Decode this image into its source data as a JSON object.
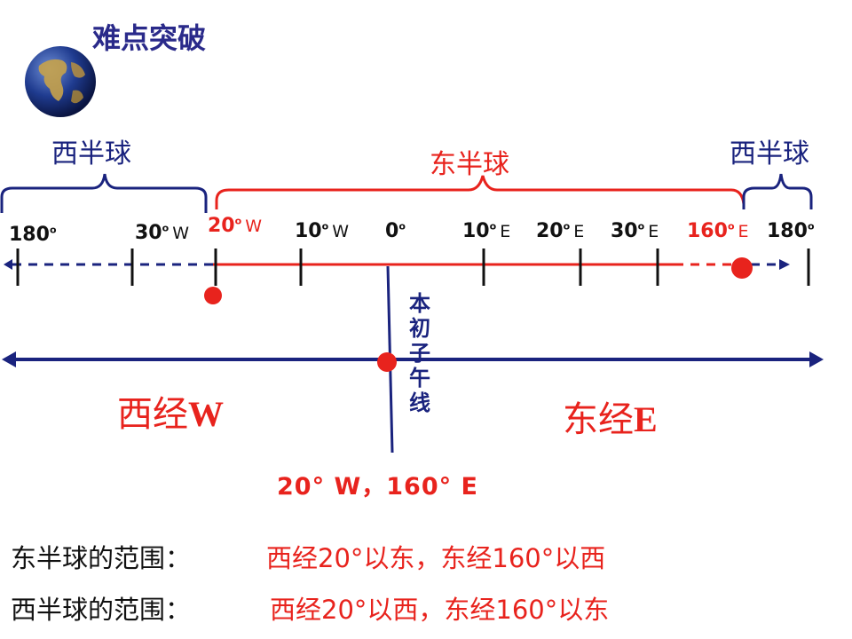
{
  "title": "难点突破",
  "brackets": {
    "west_left": "西半球",
    "east": "东半球",
    "west_right": "西半球"
  },
  "ticks": [
    {
      "num": "180",
      "dir": "",
      "red": false
    },
    {
      "num": "30",
      "dir": "W",
      "red": false
    },
    {
      "num": "20",
      "dir": "W",
      "red": true
    },
    {
      "num": "10",
      "dir": "W",
      "red": false
    },
    {
      "num": "0",
      "dir": "",
      "red": false
    },
    {
      "num": "10",
      "dir": "E",
      "red": false
    },
    {
      "num": "20",
      "dir": "E",
      "red": false
    },
    {
      "num": "30",
      "dir": "E",
      "red": false
    },
    {
      "num": "160",
      "dir": "E",
      "red": true
    },
    {
      "num": "180",
      "dir": "",
      "red": false
    }
  ],
  "degree_mark": "o",
  "prime_meridian": [
    "本",
    "初",
    "子",
    "午",
    "线"
  ],
  "west_longitude": {
    "cn": "西经",
    "letter": "W"
  },
  "east_longitude": {
    "cn": "东经",
    "letter": "E"
  },
  "answer": "20° W，160° E",
  "lines": [
    {
      "label": "东半球的范围：",
      "value": "西经20°以东，东经160°以西"
    },
    {
      "label": "西半球的范围：",
      "value": "西经20°以西，东经160°以东"
    }
  ],
  "colors": {
    "navy": "#1a237e",
    "red": "#e8231d",
    "black": "#111111"
  }
}
